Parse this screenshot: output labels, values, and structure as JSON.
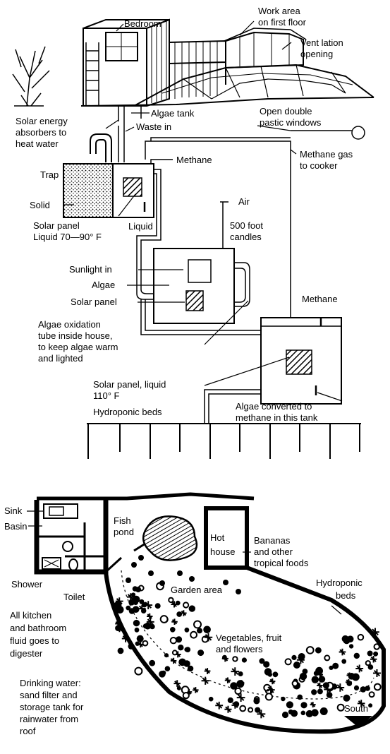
{
  "upper": {
    "bedroom": "Bedroom",
    "work_area": [
      "Work area",
      "on first floor"
    ],
    "ventilation": [
      "Vent lation",
      "opening"
    ],
    "algae_tank": "Algae tank",
    "solar_absorbers": [
      "Solar energy",
      "absorbers to",
      "heat water"
    ],
    "waste_in": "Waste in",
    "open_windows": [
      "Open double",
      "pastic windows"
    ],
    "methane_top": "Methane",
    "methane_gas": [
      "Methane gas",
      "to cooker"
    ],
    "trap": "Trap",
    "solid": "Solid",
    "liquid": "Liquid",
    "solar_panel_1": [
      "Solar panel",
      "Liquid 70—90° F"
    ],
    "air": "Air",
    "candles": [
      "500 foot",
      "candles"
    ],
    "sunlight_in": "Sunlight in",
    "algae": "Algae",
    "solar_panel_2": "Solar panel",
    "methane_right": "Methane",
    "oxidation_tube": [
      "Algae oxidation",
      "tube inside house,",
      "to keep algae warm",
      "and lighted"
    ],
    "solar_panel_3": [
      "Solar panel, liquid",
      "110° F"
    ],
    "hydroponic_beds": "Hydroponic beds",
    "algae_converted": [
      "Algae converted to",
      "methane in this tank"
    ]
  },
  "lower": {
    "sink": "Sink",
    "basin": "Basin",
    "shower": "Shower",
    "toilet": "Toilet",
    "fish_pond": [
      "Fish",
      "pond"
    ],
    "hot_house": [
      "Hot",
      "house"
    ],
    "bananas": [
      "Bananas",
      "and other",
      "tropical foods"
    ],
    "garden_area": "Garden area",
    "hydroponic_beds": [
      "Hydroponic",
      "beds"
    ],
    "kitchen_fluid": [
      "All kitchen",
      "and bathroom",
      "fluid goes to",
      "digester"
    ],
    "vegetables": [
      "Vegetables, fruit",
      "and flowers"
    ],
    "drinking_water": [
      "Drinking water:",
      "sand filter and",
      "storage tank for",
      "rainwater from",
      "roof"
    ],
    "south": "South"
  },
  "colors": {
    "ink": "#000000",
    "paper": "#ffffff"
  }
}
